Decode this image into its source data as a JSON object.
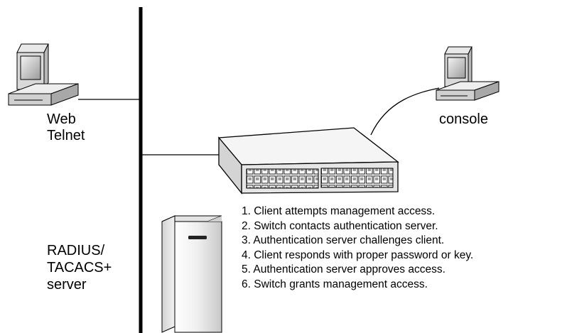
{
  "labels": {
    "web": "Web",
    "telnet": "Telnet",
    "console": "console",
    "radius": "RADIUS/",
    "tacacs": "TACACS+",
    "server": "server"
  },
  "steps": [
    "1. Client attempts management access.",
    "2. Switch contacts authentication server.",
    "3. Authentication server challenges client.",
    "4. Client responds with proper password or key.",
    "5. Authentication server approves access.",
    "6. Switch grants management access."
  ],
  "icons": {
    "workstation_left": "desktop-computer-icon",
    "workstation_right": "desktop-computer-icon",
    "switch": "network-switch-icon",
    "server": "server-tower-icon"
  }
}
